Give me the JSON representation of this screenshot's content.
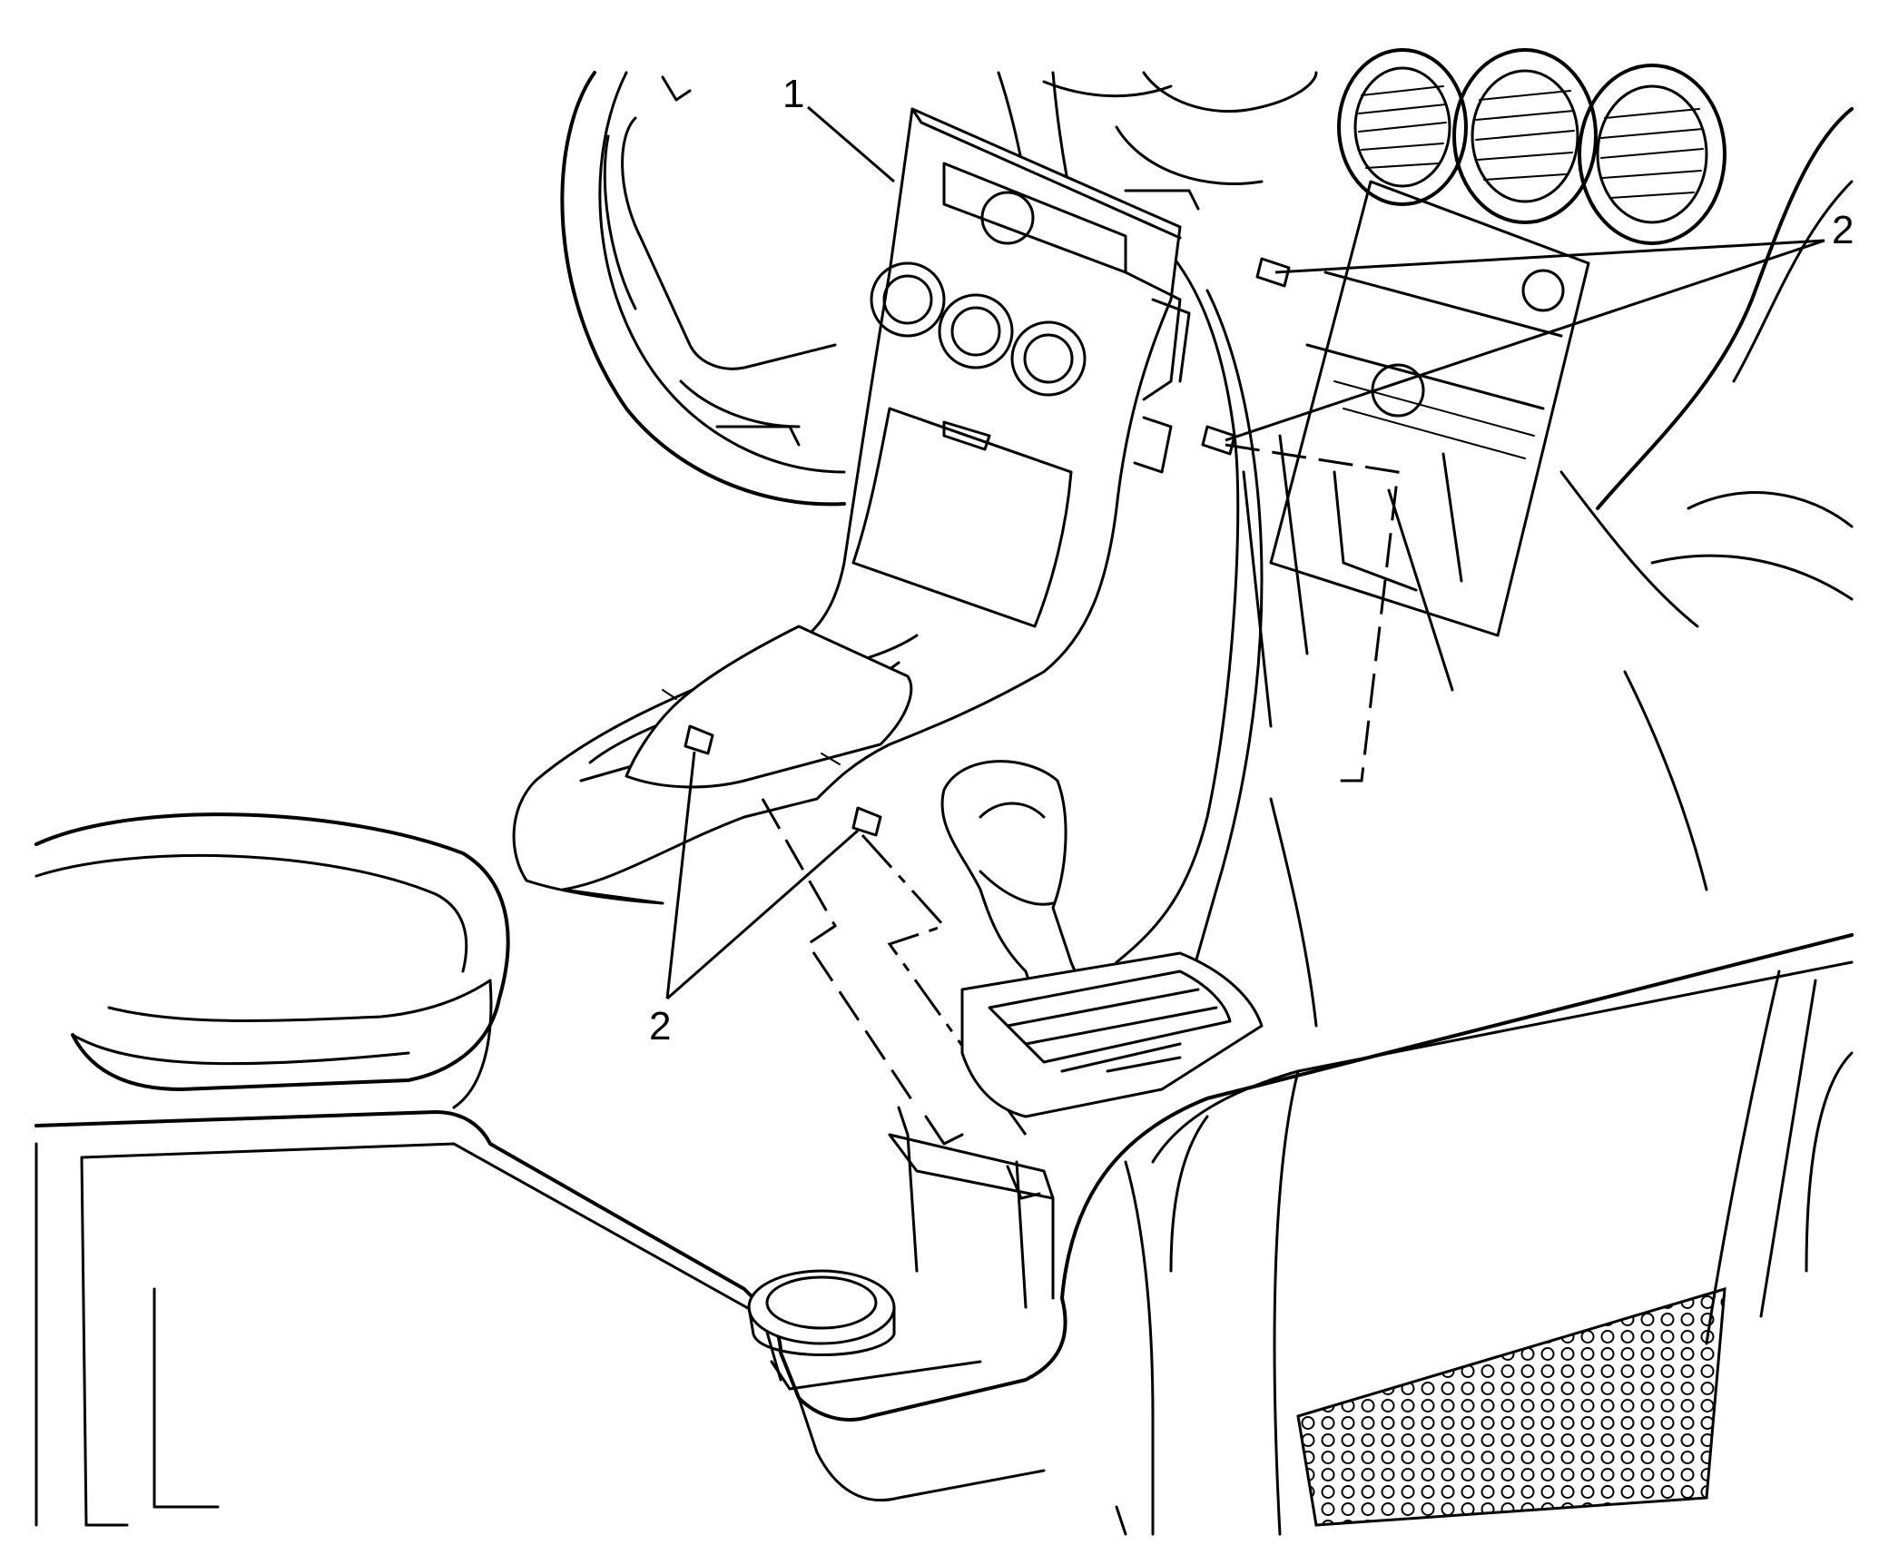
{
  "callouts": {
    "c1": "1",
    "c2_right": "2",
    "c2_bottom": "2"
  },
  "colors": {
    "line": "#000000",
    "background": "#ffffff"
  }
}
